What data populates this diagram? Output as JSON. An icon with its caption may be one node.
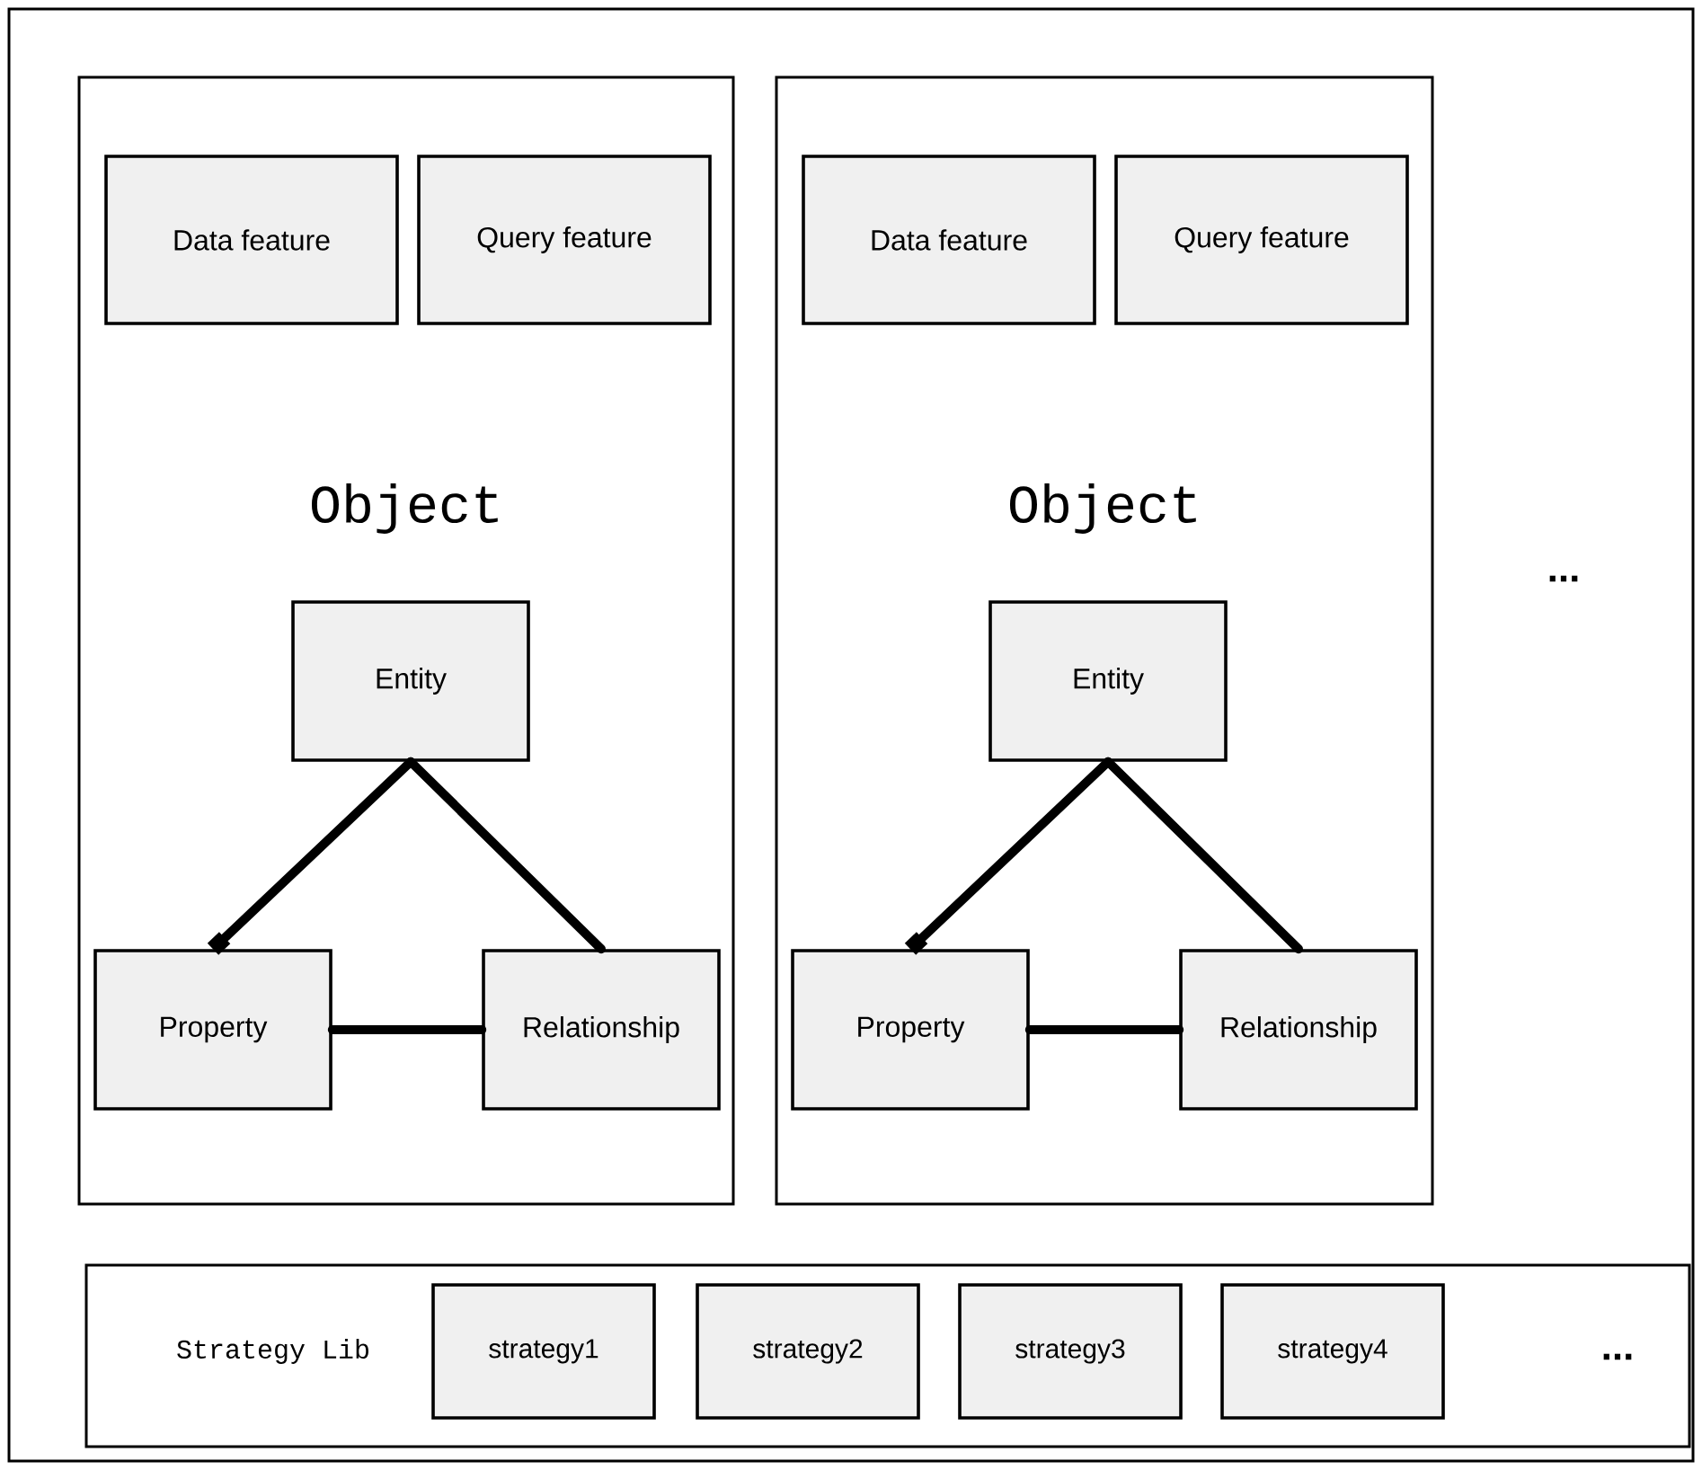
{
  "diagram": {
    "nodes": [
      {
        "text": [
          "Object"
        ]
      },
      {
        "text": [
          "Data feature"
        ],
        "in": 0
      },
      {
        "text": [
          "Query feature"
        ],
        "in": 0
      },
      {
        "text": [
          "Entity"
        ],
        "in": 0
      },
      {
        "text": [
          "Property"
        ],
        "in": 0
      },
      {
        "text": [
          "Relationship"
        ],
        "in": 0
      },
      {
        "text": [
          "Object"
        ]
      },
      {
        "text": [
          "Data feature"
        ],
        "in": 6
      },
      {
        "text": [
          "Query feature"
        ],
        "in": 6
      },
      {
        "text": [
          "Entity"
        ],
        "in": 6
      },
      {
        "text": [
          "Property"
        ],
        "in": 6
      },
      {
        "text": [
          "Relationship"
        ],
        "in": 6
      },
      {
        "text": [
          "Strategy Lib"
        ]
      },
      {
        "text": [
          "strategy1"
        ],
        "in": 12
      },
      {
        "text": [
          "strategy2"
        ],
        "in": 12
      },
      {
        "text": [
          "strategy3"
        ],
        "in": 12
      },
      {
        "text": [
          "strategy4"
        ],
        "in": 12
      }
    ],
    "edges": [
      {
        "from": 3,
        "to": 4,
        "arrow": "other"
      },
      {
        "from": 3,
        "to": 5,
        "arrow": "none"
      },
      {
        "from": 4,
        "to": 5,
        "arrow": "none"
      },
      {
        "from": 9,
        "to": 10,
        "arrow": "other"
      },
      {
        "from": 9,
        "to": 11,
        "arrow": "none"
      },
      {
        "from": 10,
        "to": 11,
        "arrow": "none"
      }
    ],
    "labels": [
      "...",
      "..."
    ]
  }
}
